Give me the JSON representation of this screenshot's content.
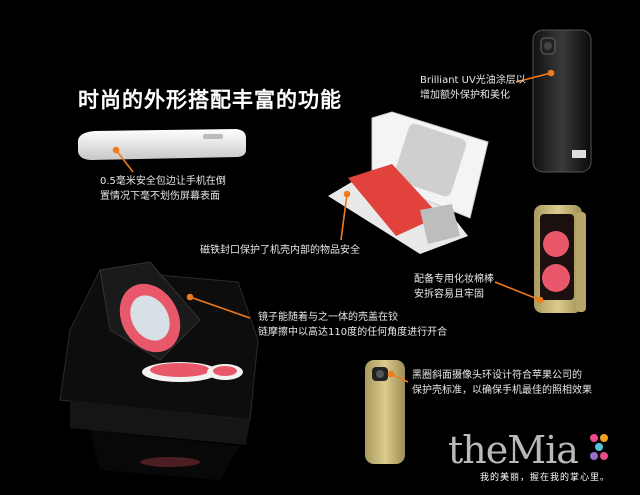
{
  "headline": "时尚的外形搭配丰富的功能",
  "callouts": {
    "uv_coating": [
      "Brilliant UV光油涂层以",
      "增加额外保护和美化"
    ],
    "bumper": [
      "0.5毫米安全包边让手机在倒",
      "置情况下毫不划伤屏幕表面"
    ],
    "magnet": [
      "磁铁封口保护了机壳内部的物品安全"
    ],
    "brush": [
      "配备专用化妆棉棒",
      "安拆容易且牢固"
    ],
    "mirror": [
      "镜子能随着与之一体的壳盖在铰",
      "链摩擦中以高达110度的任何角度进行开合"
    ],
    "camera": [
      "黑圈斜面摄像头环设计符合苹果公司的",
      "保护壳标准，以确保手机最佳的照相效果"
    ]
  },
  "brand": {
    "name": "theMia",
    "slogan": "我的美丽，握在我的掌心里。"
  },
  "colors": {
    "background": "#000000",
    "callout_line": "#f07a1c",
    "case_white": "#f2f2f2",
    "case_gold": "#c9b77c",
    "makeup_pink": "#e8586a",
    "brand_x_colors": [
      "#e84a8a",
      "#f2a21f",
      "#58c2d8",
      "#9a6fc7"
    ]
  }
}
